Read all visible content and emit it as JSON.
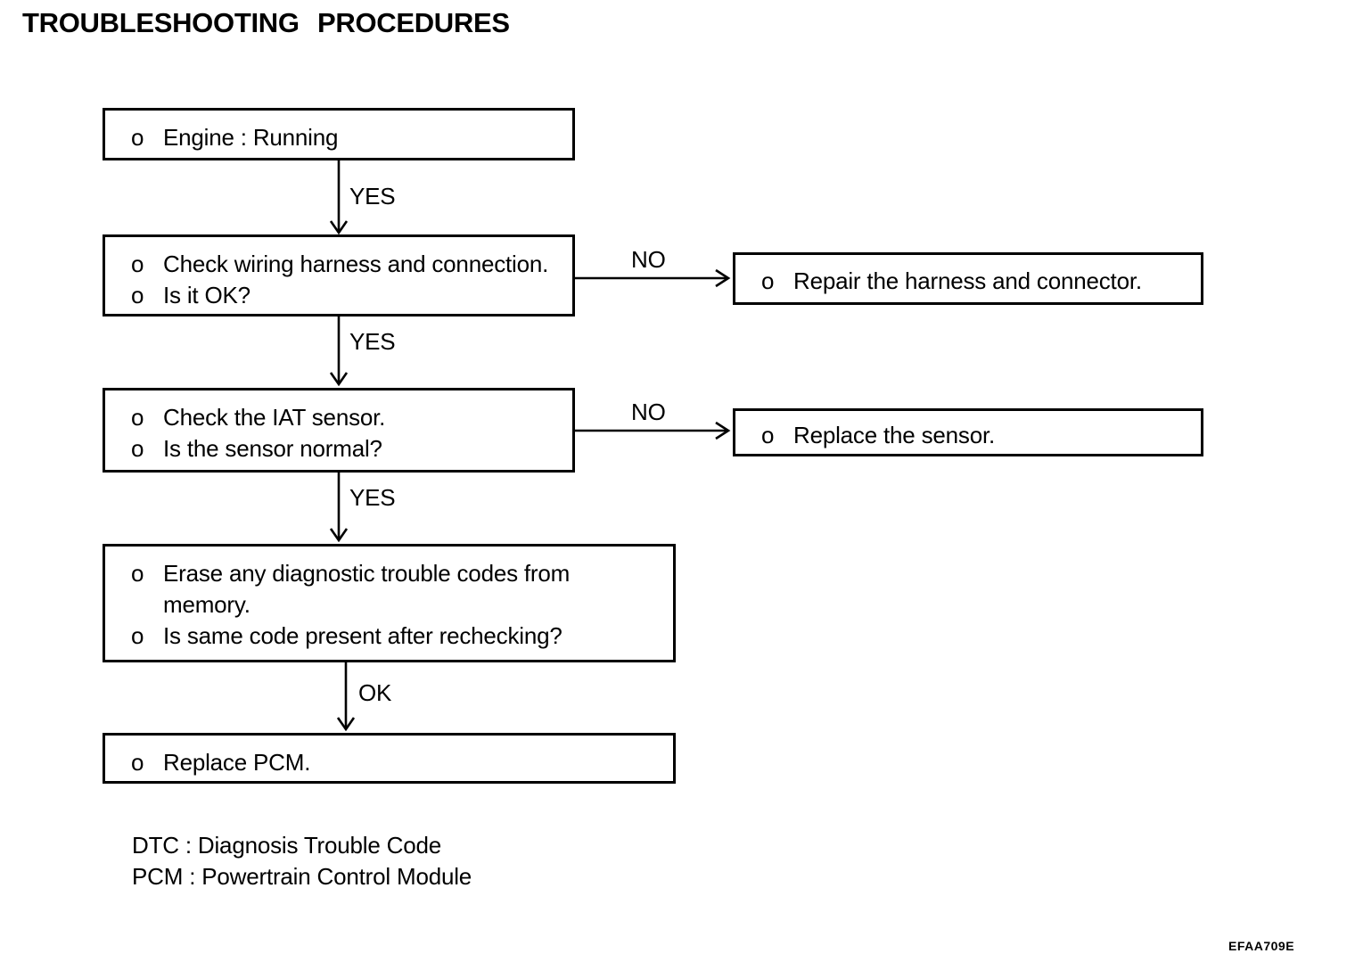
{
  "title": "TROUBLESHOOTING PROCEDURES",
  "bullet": "o",
  "flow": {
    "boxes": {
      "engine": {
        "items": [
          {
            "lines": [
              "Engine : Running"
            ]
          }
        ]
      },
      "wiring": {
        "items": [
          {
            "lines": [
              "Check wiring harness and connection."
            ]
          },
          {
            "lines": [
              "Is it OK?"
            ]
          }
        ]
      },
      "iat": {
        "items": [
          {
            "lines": [
              "Check the IAT sensor."
            ]
          },
          {
            "lines": [
              "Is the sensor normal?"
            ]
          }
        ]
      },
      "erase": {
        "items": [
          {
            "lines": [
              "Erase any diagnostic trouble codes from",
              "memory."
            ]
          },
          {
            "lines": [
              "Is same code present after rechecking?"
            ]
          }
        ]
      },
      "pcm": {
        "items": [
          {
            "lines": [
              "Replace PCM."
            ]
          }
        ]
      },
      "repair": {
        "items": [
          {
            "lines": [
              "Repair the harness and connector."
            ]
          }
        ]
      },
      "sensor": {
        "items": [
          {
            "lines": [
              "Replace the sensor."
            ]
          }
        ]
      }
    },
    "labels": {
      "yes1": "YES",
      "no1": "NO",
      "yes2": "YES",
      "no2": "NO",
      "yes3": "YES",
      "ok": "OK"
    }
  },
  "legend": {
    "dtc": "DTC : Diagnosis Trouble Code",
    "pcm": "PCM : Powertrain Control Module"
  },
  "figure_code": "EFAA709E",
  "colors": {
    "ink": "#000000",
    "paper": "#ffffff"
  }
}
